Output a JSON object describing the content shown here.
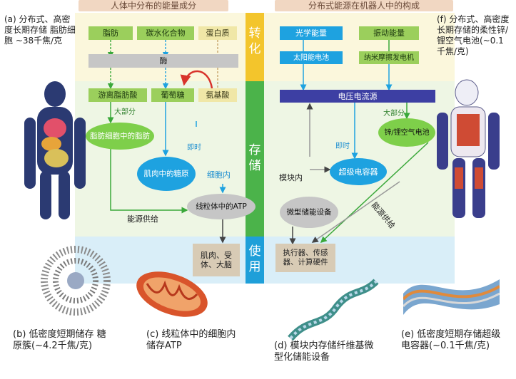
{
  "headers": {
    "left": "人体中分布的能量成分",
    "right": "分布式能源在机器人中的构成"
  },
  "stages": {
    "convert": "转化",
    "store": "存储",
    "use": "使用"
  },
  "left": {
    "fat": "脂肪",
    "carb": "碳水化合物",
    "protein": "蛋白质",
    "enzyme": "酶",
    "fatty_acid": "游离脂肪酸",
    "glucose": "葡萄糖",
    "amino": "氨基酸",
    "majority": "大部分",
    "fat_cell": "脂肪细胞中的脂肪",
    "instant": "即时",
    "muscle_sugar": "肌肉中的糖原",
    "intracell": "细胞内",
    "mito_atp": "线粒体中的ATP",
    "supply": "能源供给",
    "use_box": "肌肉、受体、大脑"
  },
  "right": {
    "light": "光学能量",
    "vibration": "振动能量",
    "solar": "太阳能电池",
    "nano": "纳米摩擦发电机",
    "source": "电压电流源",
    "majority": "大部分",
    "zinc": "锌/锂空气电池",
    "instant": "即时",
    "in_module": "模块内",
    "supercap": "超级电容器",
    "micro": "微型储能设备",
    "supply": "能源供给",
    "use_box": "执行器、传感器、计算硬件"
  },
  "captions": {
    "a": "(a) 分布式、高密度长期存储 脂肪细胞 ~38千焦/克",
    "b": "(b) 低密度短期储存 糖原簇(~4.2千焦/克)",
    "c": "(c) 线粒体中的细胞内储存ATP",
    "d": "(d) 模块内存储纤维基微型化储能设备",
    "e": "(e) 低密度短期存储超级电容器(~0.1千焦/克)",
    "f": "(f) 分布式、高密度长期存储的柔性锌/锂空气电池(~0.1 千焦/克)"
  }
}
